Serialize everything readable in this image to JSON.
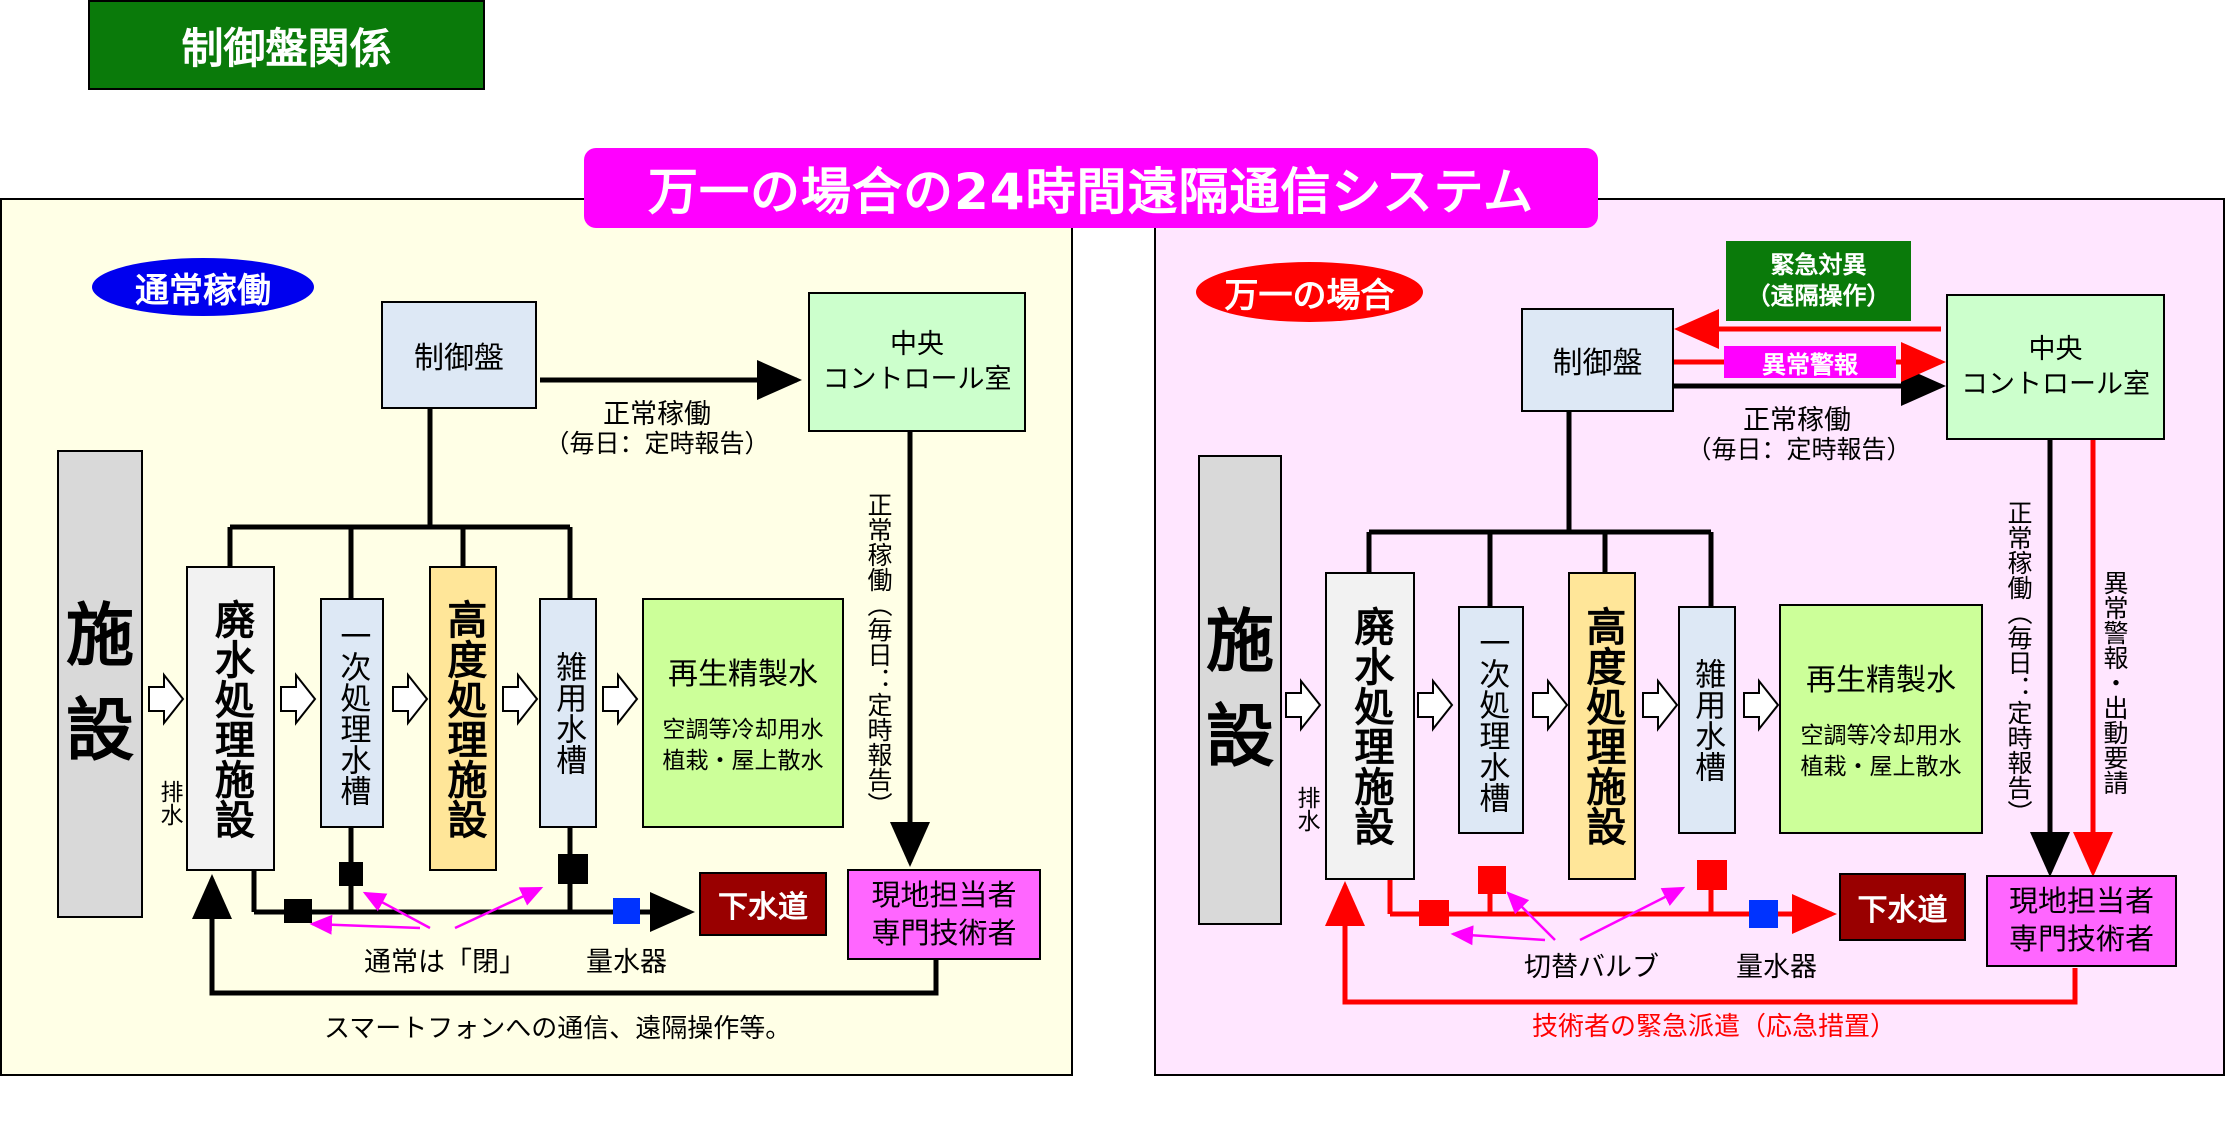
{
  "header": {
    "label": "制御盤関係"
  },
  "title": "万一の場合の24時間遠隔通信システム",
  "left": {
    "badge": "通常稼働",
    "control_panel": "制御盤",
    "central_line1": "中央",
    "central_line2": "コントロール室",
    "normal_op": "正常稼働",
    "daily_report": "（毎日：定時報告）",
    "vertical_report": "正常稼働（毎日：定時報告）",
    "facility": "施設",
    "drain": "排水",
    "wastewater_plant": "廃水処理施設",
    "primary_tank": "一次処理水槽",
    "advanced_plant": "高度処理施設",
    "misc_tank": "雑用水槽",
    "recycled_title": "再生精製水",
    "recycled_line1": "空調等冷却用水",
    "recycled_line2": "植栽・屋上散水",
    "sewer": "下水道",
    "local_line1": "現地担当者",
    "local_line2": "専門技術者",
    "valve_note": "通常は「閉」",
    "meter": "量水器",
    "bottom_note": "スマートフォンへの通信、遠隔操作等。"
  },
  "right": {
    "badge": "万一の場合",
    "emergency_line1": "緊急対異",
    "emergency_line2": "（遠隔操作）",
    "alarm": "異常警報",
    "control_panel": "制御盤",
    "central_line1": "中央",
    "central_line2": "コントロール室",
    "normal_op": "正常稼働",
    "daily_report": "（毎日：定時報告）",
    "vertical_report": "正常稼働（毎日：定時報告）",
    "vertical_alarm": "異常警報・出動要請",
    "facility": "施設",
    "drain": "排水",
    "wastewater_plant": "廃水処理施設",
    "primary_tank": "一次処理水槽",
    "advanced_plant": "高度処理施設",
    "misc_tank": "雑用水槽",
    "recycled_title": "再生精製水",
    "recycled_line1": "空調等冷却用水",
    "recycled_line2": "植栽・屋上散水",
    "sewer": "下水道",
    "local_line1": "現地担当者",
    "local_line2": "専門技術者",
    "valve_note": "切替バルブ",
    "meter": "量水器",
    "bottom_note": "技術者の緊急派遣（応急措置）"
  },
  "colors": {
    "green_header": "#0a7a0a",
    "magenta": "#ff00ff",
    "alarm_red": "#ff0000",
    "sewer": "#990000",
    "meter_blue": "#0033ff"
  }
}
